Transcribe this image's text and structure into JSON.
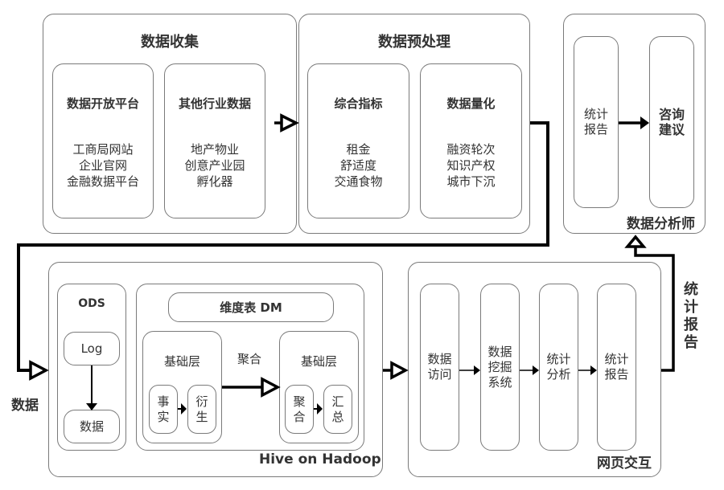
{
  "collection": {
    "title": "数据收集",
    "open_platform": {
      "title": "数据开放平台",
      "items": "工商局网站\n企业官网\n金融数据平台"
    },
    "industry_data": {
      "title": "其他行业数据",
      "items": "地产物业\n创意产业园\n孵化器"
    }
  },
  "preprocessing": {
    "title": "数据预处理",
    "composite_index": {
      "title": "综合指标",
      "items": "租金\n舒适度\n交通食物"
    },
    "quantification": {
      "title": "数据量化",
      "items": "融资轮次\n知识产权\n城市下沉"
    }
  },
  "analyst": {
    "title": "数据分析师",
    "report": "统计\n报告",
    "advice": "咨询\n建议"
  },
  "data_label": "数据",
  "hive": {
    "title": "Hive on Hadoop",
    "ods": {
      "title": "ODS",
      "log": "Log",
      "data": "数据"
    },
    "dm": {
      "title": "维度表 DM",
      "base_left": {
        "title": "基础层",
        "fact": "事\n实",
        "derived": "衍\n生"
      },
      "aggregate_label": "聚合",
      "base_right": {
        "title": "基础层",
        "aggregate": "聚\n合",
        "summary": "汇\n总"
      }
    }
  },
  "web": {
    "title": "网页交互",
    "steps": [
      "数据\n访问",
      "数据\n挖掘\n系统",
      "统计\n分析",
      "统计\n报告"
    ]
  },
  "report_label": "统\n计\n报\n告"
}
